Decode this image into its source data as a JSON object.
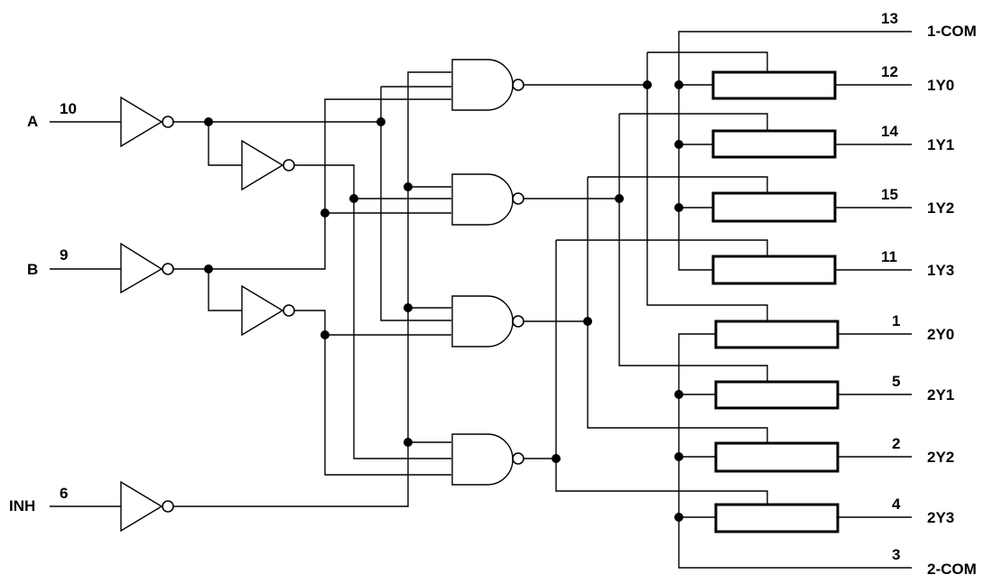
{
  "inputs": {
    "a": {
      "name": "A",
      "pin": "10"
    },
    "b": {
      "name": "B",
      "pin": "9"
    },
    "inh": {
      "name": "INH",
      "pin": "6"
    }
  },
  "outputs": [
    {
      "name": "1-COM",
      "pin": "13"
    },
    {
      "name": "1Y0",
      "pin": "12"
    },
    {
      "name": "1Y1",
      "pin": "14"
    },
    {
      "name": "1Y2",
      "pin": "15"
    },
    {
      "name": "1Y3",
      "pin": "11"
    },
    {
      "name": "2Y0",
      "pin": "1"
    },
    {
      "name": "2Y1",
      "pin": "5"
    },
    {
      "name": "2Y2",
      "pin": "2"
    },
    {
      "name": "2Y3",
      "pin": "4"
    },
    {
      "name": "2-COM",
      "pin": "3"
    }
  ]
}
